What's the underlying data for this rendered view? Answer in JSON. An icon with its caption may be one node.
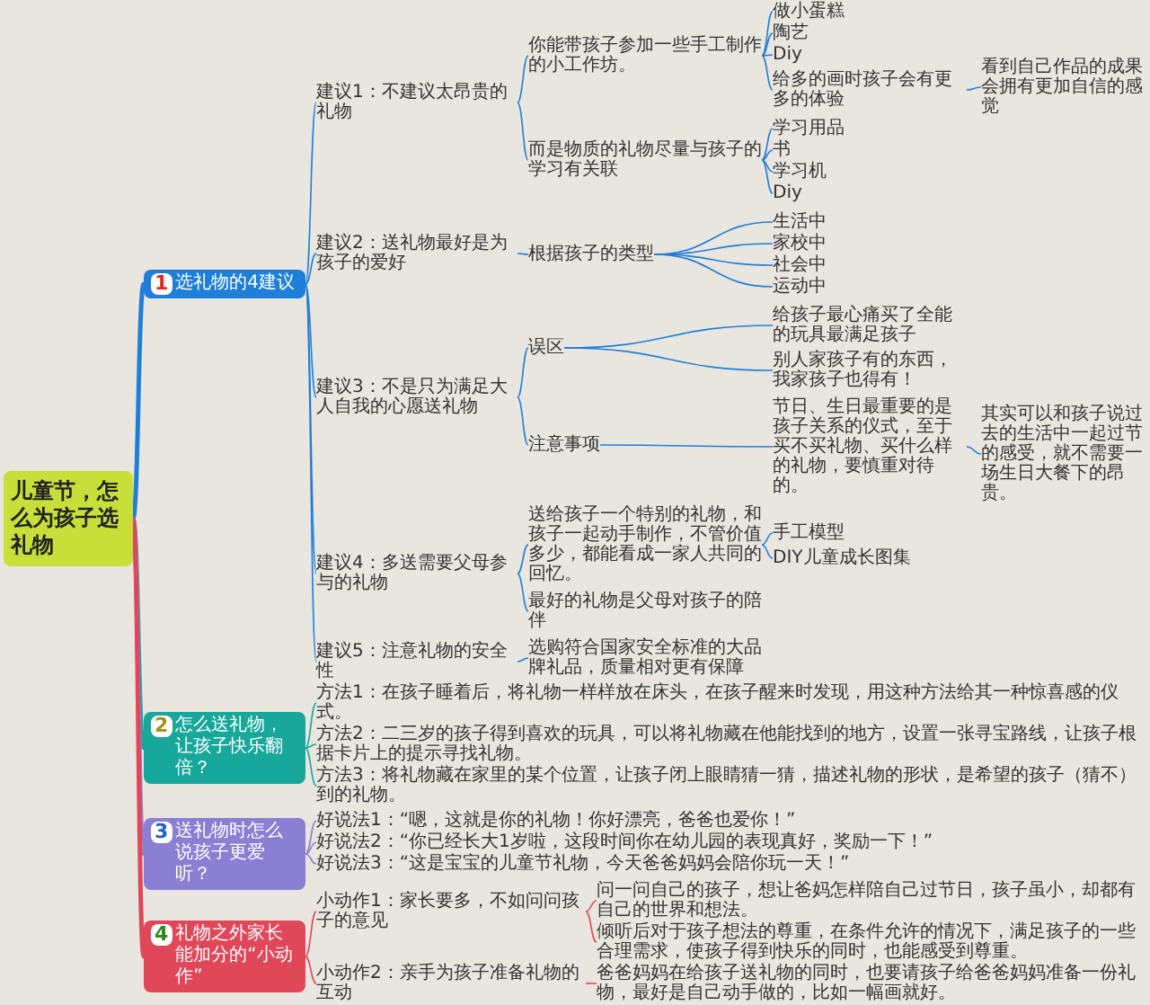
{
  "diagram": {
    "nodes": [
      {
        "text": [
          "儿童节，怎么为孩子选礼物"
        ]
      },
      {
        "text": [
          "1",
          "选礼物的4建议"
        ]
      },
      {
        "text": [
          "建议1：不建议太昂贵的礼物"
        ]
      },
      {
        "text": [
          "你能带孩子参加一些手工制作的小工作坊。"
        ]
      },
      {
        "text": [
          "做小蛋糕"
        ]
      },
      {
        "text": [
          "陶艺"
        ]
      },
      {
        "text": [
          "Diy"
        ]
      },
      {
        "text": [
          "给多的画时孩子会有更多的体验"
        ]
      },
      {
        "text": [
          "看到自己作品的成果会拥有更加自信的感觉"
        ]
      },
      {
        "text": [
          "而是物质的礼物尽量与孩子的学习有关联"
        ]
      },
      {
        "text": [
          "学习用品"
        ]
      },
      {
        "text": [
          "书"
        ]
      },
      {
        "text": [
          "学习机"
        ]
      },
      {
        "text": [
          "Diy"
        ]
      },
      {
        "text": [
          "建议2：送礼物最好是为孩子的爱好"
        ]
      },
      {
        "text": [
          "根据孩子的类型"
        ]
      },
      {
        "text": [
          "生活中"
        ]
      },
      {
        "text": [
          "家校中"
        ]
      },
      {
        "text": [
          "社会中"
        ]
      },
      {
        "text": [
          "运动中"
        ]
      },
      {
        "text": [
          "建议3：不是只为满足大人自我的心愿送礼物"
        ]
      },
      {
        "text": [
          "误区"
        ]
      },
      {
        "text": [
          "给孩子最心痛买了全能的玩具最满足孩子"
        ]
      },
      {
        "text": [
          "别人家孩子有的东西，我家孩子也得有！"
        ]
      },
      {
        "text": [
          "注意事项"
        ]
      },
      {
        "text": [
          "节日、生日最重要的是孩子关系的仪式，至于买不买礼物、买什么样的礼物，要慎重对待的。"
        ]
      },
      {
        "text": [
          "其实可以和孩子说过去的生活中一起过节的感受，就不需要一场生日大餐下的昂贵。"
        ]
      },
      {
        "text": [
          "建议4：多送需要父母参与的礼物"
        ]
      },
      {
        "text": [
          "送给孩子一个特别的礼物，和孩子一起动手制作，不管价值多少，都能看成一家人共同的回忆。"
        ]
      },
      {
        "text": [
          "手工模型"
        ]
      },
      {
        "text": [
          "DIY儿童成长图集"
        ]
      },
      {
        "text": [
          "最好的礼物是父母对孩子的陪伴"
        ]
      },
      {
        "text": [
          "建议5：注意礼物的安全性"
        ]
      },
      {
        "text": [
          "选购符合国家安全标准的大品牌礼品，质量相对更有保障"
        ]
      },
      {
        "text": [
          "2",
          "怎么送礼物，让孩子快乐翻倍？"
        ]
      },
      {
        "text": [
          "方法1：在孩子睡着后，将礼物一样样放在床头，在孩子醒来时发现，用这种方法给其一种惊喜感的仪式。"
        ]
      },
      {
        "text": [
          "方法2：二三岁的孩子得到喜欢的玩具，可以将礼物藏在他能找到的地方，设置一张寻宝路线，让孩子根据卡片上的提示寻找礼物。"
        ]
      },
      {
        "text": [
          "方法3：将礼物藏在家里的某个位置，让孩子闭上眼睛猜一猜，描述礼物的形状，是希望的孩子（猜不）到的礼物。"
        ]
      },
      {
        "text": [
          "3",
          "送礼物时怎么说孩子更爱听？"
        ]
      },
      {
        "text": [
          "好说法1：“嗯，这就是你的礼物！你好漂亮，爸爸也爱你！”"
        ]
      },
      {
        "text": [
          "好说法2：“你已经长大1岁啦，这段时间你在幼儿园的表现真好，奖励一下！”"
        ]
      },
      {
        "text": [
          "好说法3：“这是宝宝的儿童节礼物，今天爸爸妈妈会陪你玩一天！”"
        ]
      },
      {
        "text": [
          "4",
          "礼物之外家长能加分的“小动作”"
        ]
      },
      {
        "text": [
          "小动作1：家长要多，不如问问孩子的意见"
        ]
      },
      {
        "text": [
          "问一问自己的孩子，想让爸妈怎样陪自己过节日，孩子虽小，却都有自己的世界和想法。"
        ]
      },
      {
        "text": [
          "倾听后对于孩子想法的尊重，在条件允许的情况下，满足孩子的一些合理需求，使孩子得到快乐的同时，也能感受到尊重。"
        ]
      },
      {
        "text": [
          "小动作2：亲手为孩子准备礼物的互动"
        ]
      },
      {
        "text": [
          "爸爸妈妈在给孩子送礼物的同时，也要请孩子给爸爸妈妈准备一份礼物，最好是自己动手做的，比如一幅画就好。"
        ]
      }
    ],
    "edges": [
      {
        "from": 0,
        "to": 1,
        "arrow": "none",
        "style": "thick"
      },
      {
        "from": 0,
        "to": 34,
        "arrow": "none",
        "style": "thick",
        "color": "#17a79b"
      },
      {
        "from": 0,
        "to": 38,
        "arrow": "none",
        "style": "thick",
        "color": "#8b7fd4"
      },
      {
        "from": 0,
        "to": 42,
        "arrow": "none",
        "style": "thick",
        "color": "#e0485a"
      },
      {
        "from": 1,
        "to": 2,
        "arrow": "none"
      },
      {
        "from": 2,
        "to": 3,
        "arrow": "none"
      },
      {
        "from": 3,
        "to": 4,
        "arrow": "none"
      },
      {
        "from": 3,
        "to": 5,
        "arrow": "none"
      },
      {
        "from": 3,
        "to": 6,
        "arrow": "none"
      },
      {
        "from": 3,
        "to": 7,
        "arrow": "none"
      },
      {
        "from": 7,
        "to": 8,
        "arrow": "none"
      },
      {
        "from": 2,
        "to": 9,
        "arrow": "none"
      },
      {
        "from": 9,
        "to": 10,
        "arrow": "none"
      },
      {
        "from": 9,
        "to": 11,
        "arrow": "none"
      },
      {
        "from": 9,
        "to": 12,
        "arrow": "none"
      },
      {
        "from": 9,
        "to": 13,
        "arrow": "none"
      },
      {
        "from": 1,
        "to": 14,
        "arrow": "none"
      },
      {
        "from": 14,
        "to": 15,
        "arrow": "none"
      },
      {
        "from": 15,
        "to": 16,
        "arrow": "none"
      },
      {
        "from": 15,
        "to": 17,
        "arrow": "none"
      },
      {
        "from": 15,
        "to": 18,
        "arrow": "none"
      },
      {
        "from": 15,
        "to": 19,
        "arrow": "none"
      },
      {
        "from": 1,
        "to": 20,
        "arrow": "none"
      },
      {
        "from": 20,
        "to": 21,
        "arrow": "none"
      },
      {
        "from": 21,
        "to": 22,
        "arrow": "none"
      },
      {
        "from": 21,
        "to": 23,
        "arrow": "none"
      },
      {
        "from": 20,
        "to": 24,
        "arrow": "none"
      },
      {
        "from": 24,
        "to": 25,
        "arrow": "none"
      },
      {
        "from": 25,
        "to": 26,
        "arrow": "none"
      },
      {
        "from": 1,
        "to": 27,
        "arrow": "none"
      },
      {
        "from": 27,
        "to": 28,
        "arrow": "none"
      },
      {
        "from": 28,
        "to": 29,
        "arrow": "none"
      },
      {
        "from": 28,
        "to": 30,
        "arrow": "none"
      },
      {
        "from": 27,
        "to": 31,
        "arrow": "none"
      },
      {
        "from": 1,
        "to": 32,
        "arrow": "none"
      },
      {
        "from": 32,
        "to": 33,
        "arrow": "none"
      },
      {
        "from": 34,
        "to": 35,
        "arrow": "none",
        "color": "#17a79b"
      },
      {
        "from": 34,
        "to": 36,
        "arrow": "none",
        "color": "#17a79b"
      },
      {
        "from": 34,
        "to": 37,
        "arrow": "none",
        "color": "#17a79b"
      },
      {
        "from": 38,
        "to": 39,
        "arrow": "none",
        "color": "#8b7fd4"
      },
      {
        "from": 38,
        "to": 40,
        "arrow": "none",
        "color": "#8b7fd4"
      },
      {
        "from": 38,
        "to": 41,
        "arrow": "none",
        "color": "#8b7fd4"
      },
      {
        "from": 42,
        "to": 43,
        "arrow": "none",
        "color": "#e0485a"
      },
      {
        "from": 43,
        "to": 44,
        "arrow": "none",
        "color": "#e0485a"
      },
      {
        "from": 43,
        "to": 45,
        "arrow": "none",
        "color": "#e0485a"
      },
      {
        "from": 42,
        "to": 46,
        "arrow": "none",
        "color": "#e0485a"
      },
      {
        "from": 46,
        "to": 47,
        "arrow": "none",
        "color": "#e0485a"
      }
    ]
  }
}
